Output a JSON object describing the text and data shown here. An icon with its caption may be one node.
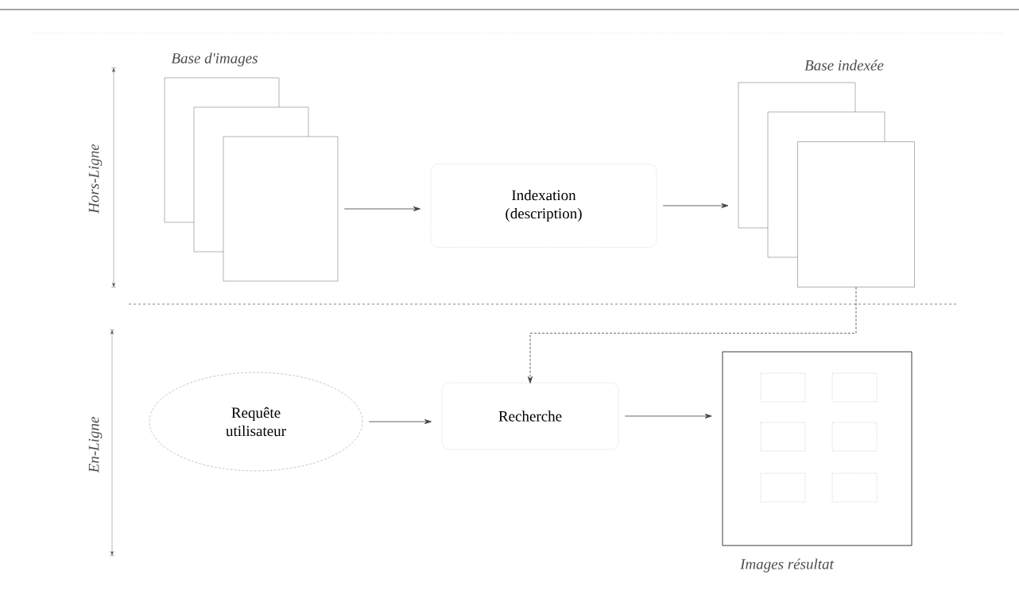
{
  "diagram": {
    "nodes": [
      {
        "text": [
          "Base d'images"
        ]
      },
      {
        "text": [
          "Indexation (description)"
        ]
      },
      {
        "text": [
          "Base indexée"
        ]
      },
      {
        "text": [
          "Requête utilisateur"
        ]
      },
      {
        "text": [
          "Recherche"
        ]
      },
      {
        "text": [
          "Images résultat"
        ]
      }
    ],
    "edges": [
      {
        "from": 0,
        "to": 1,
        "arrow": "to"
      },
      {
        "from": 1,
        "to": 2,
        "arrow": "to"
      },
      {
        "from": 2,
        "to": 4,
        "arrow": "to",
        "style": "dashed"
      },
      {
        "from": 3,
        "to": 4,
        "arrow": "to"
      },
      {
        "from": 4,
        "to": 5,
        "arrow": "to"
      }
    ],
    "labels": [
      "Hors-Ligne",
      "En-Ligne"
    ]
  }
}
